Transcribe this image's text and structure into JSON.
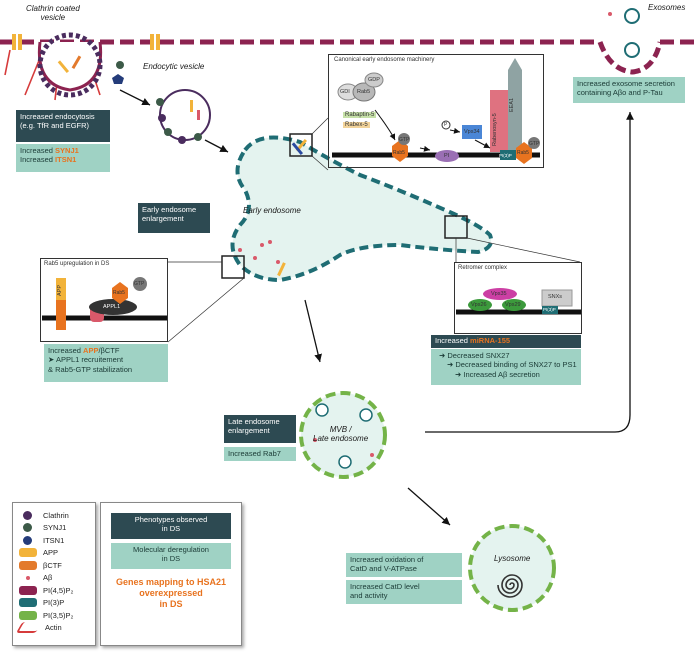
{
  "labels": {
    "clathrin_vesicle": "Clathrin coated\nvesicle",
    "endocytic_vesicle": "Endocytic vesicle",
    "early_endosome": "Early endosome",
    "exosomes": "Exosomes",
    "mvb": "MVB /\nLate endosome",
    "lysosome": "Lysosome"
  },
  "boxes": {
    "endocytosis": "Increased endocytosis\n(e.g. TfR and EGFR)",
    "synj1_prefix": "Increased ",
    "synj1": "SYNJ1",
    "itsn1_prefix": "Increased ",
    "itsn1": "ITSN1",
    "ee_enlargement": "Early endosome\nenlargement",
    "exosome_secretion": "Increased exosome secretion\ncontaining Aβo and P-Tau",
    "app_prefix": "Increased ",
    "app": "APP",
    "app_suffix": "/βCTF",
    "app_line2": "➤ APPL1 recruitement\n& Rab5-GTP stabilization",
    "mirna_prefix": "Increased ",
    "mirna": "miRNA-155",
    "mirna_l1": "➜ Decreased SNX27",
    "mirna_l2": "➜ Decreased binding of SNX27 to PS1",
    "mirna_l3": "➜ Increased Aβ secretion",
    "le_enlargement": "Late endosome\nenlargement",
    "rab7": "Increased Rab7",
    "oxidation": "Increased oxidation of\nCatD and V-ATPase",
    "catd": "Increased CatD level\nand activity"
  },
  "panels": {
    "canonical_title": "Canonical early endosome machinery",
    "gdi": "GDI",
    "rab5": "Rab5",
    "gdp": "GDP",
    "gtp": "GTP",
    "rabaptin": "Rabaptin-5",
    "rabex": "Rabex-5",
    "pi": "PI",
    "vps34": "Vps34",
    "rabenosyn": "Rabenosyn-5",
    "eea1": "EEA1",
    "p": "P",
    "pi3p": "PI(3)P",
    "rab5_title": "Rab5 upregulation in DS",
    "app": "APP",
    "appl1": "APPL1",
    "retromer_title": "Retromer complex",
    "vps35": "Vps35",
    "vps26": "Vps26",
    "vps29": "Vps29",
    "snx": "SNXs"
  },
  "legend": {
    "items": [
      {
        "label": "Clathrin",
        "color": "#4a2c5e"
      },
      {
        "label": "SYNJ1",
        "color": "#3c5a48"
      },
      {
        "label": "ITSN1",
        "color": "#243c7a"
      },
      {
        "label": "APP",
        "color": "#f2b33a"
      },
      {
        "label": "βCTF",
        "color": "#e37a2c"
      },
      {
        "label": "Aβ",
        "color": "#d9596a"
      },
      {
        "label": "PI(4,5)P₂",
        "color": "#8c2350"
      },
      {
        "label": "PI(3)P",
        "color": "#1f6d74"
      },
      {
        "label": "PI(3,5)P₂",
        "color": "#74b348"
      },
      {
        "label": "Actin",
        "color": "#d63b3b"
      }
    ],
    "phenotypes": "Phenotypes observed\nin DS",
    "molecular": "Molecular deregulation\nin DS",
    "genes": "Genes mapping to HSA21\noverexpressed\nin DS"
  },
  "colors": {
    "membrane": "#8c2350",
    "endosome": "#1f6d74",
    "late": "#74b348",
    "dark": "#2d4a52",
    "teal": "#9fd2c4",
    "orange": "#e8731f"
  }
}
